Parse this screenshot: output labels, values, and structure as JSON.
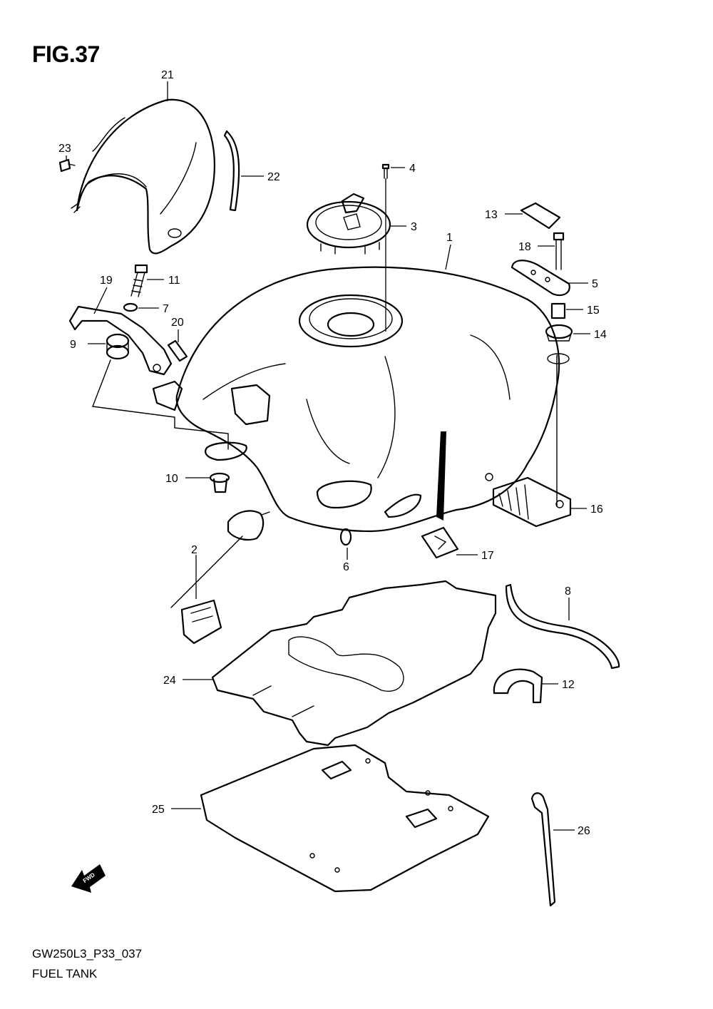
{
  "figure": {
    "title": "FIG.37",
    "code": "GW250L3_P33_037",
    "caption": "FUEL TANK",
    "fwd_label": "FWD"
  },
  "callouts": [
    {
      "ref": "1",
      "text": "1"
    },
    {
      "ref": "2",
      "text": "2"
    },
    {
      "ref": "3",
      "text": "3"
    },
    {
      "ref": "4",
      "text": "4"
    },
    {
      "ref": "5",
      "text": "5"
    },
    {
      "ref": "6",
      "text": "6"
    },
    {
      "ref": "7",
      "text": "7"
    },
    {
      "ref": "8",
      "text": "8"
    },
    {
      "ref": "9",
      "text": "9"
    },
    {
      "ref": "10",
      "text": "10"
    },
    {
      "ref": "11",
      "text": "11"
    },
    {
      "ref": "12",
      "text": "12"
    },
    {
      "ref": "13",
      "text": "13"
    },
    {
      "ref": "14",
      "text": "14"
    },
    {
      "ref": "15",
      "text": "15"
    },
    {
      "ref": "16",
      "text": "16"
    },
    {
      "ref": "17",
      "text": "17"
    },
    {
      "ref": "18",
      "text": "18"
    },
    {
      "ref": "19",
      "text": "19"
    },
    {
      "ref": "20",
      "text": "20"
    },
    {
      "ref": "21",
      "text": "21"
    },
    {
      "ref": "22",
      "text": "22"
    },
    {
      "ref": "23",
      "text": "23"
    },
    {
      "ref": "24",
      "text": "24"
    },
    {
      "ref": "25",
      "text": "25"
    },
    {
      "ref": "26",
      "text": "26"
    }
  ]
}
